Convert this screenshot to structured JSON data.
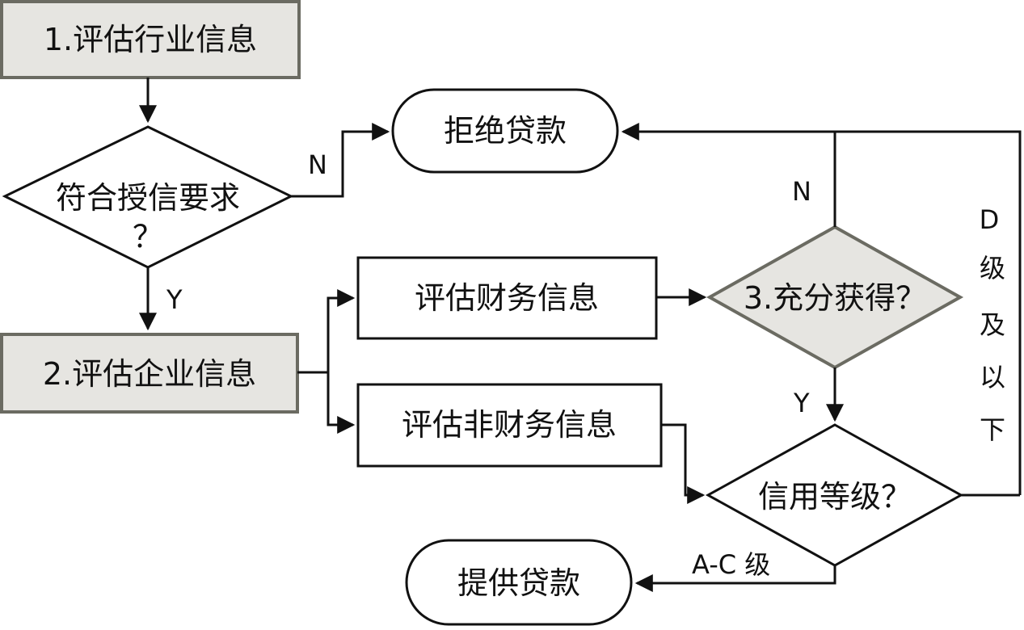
{
  "nodes": {
    "assess_industry": "1.评估行业信息",
    "meets_requirement": "符合授信要求",
    "meets_requirement_q": "？",
    "reject_loan": "拒绝贷款",
    "assess_company": "2.评估企业信息",
    "assess_financial": "评估财务信息",
    "assess_nonfinancial": "评估非财务信息",
    "sufficient": "3.充分获得？",
    "credit_grade": "信用等级？",
    "provide_loan": "提供贷款"
  },
  "edges": {
    "n1": "N",
    "y1": "Y",
    "n2": "N",
    "y2": "Y",
    "grade_ac": "A-C 级",
    "grade_d": [
      "D",
      "级",
      "及",
      "以",
      "下"
    ]
  },
  "colors": {
    "highlight_fill": "#e6e5e1",
    "highlight_stroke": "#6b6b62",
    "line": "#111111"
  }
}
